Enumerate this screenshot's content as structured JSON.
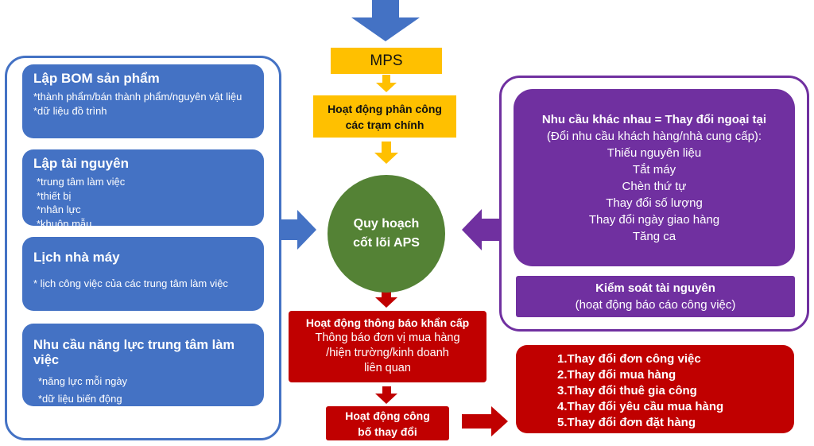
{
  "left_panel": {
    "bom": {
      "title": "Lập BOM sản phẩm",
      "items": [
        "*thành phẩm/bán thành phẩm/nguyên vật liệu",
        "*dữ liệu đồ trình"
      ]
    },
    "resources": {
      "title": "Lập tài nguyên",
      "items": [
        "*trung tâm làm việc",
        "*thiết bị",
        "*nhân lực",
        "*khuôn mẫu"
      ]
    },
    "calendar": {
      "title": "Lịch nhà máy",
      "items": [
        "* lịch công việc của các trung tâm làm việc"
      ]
    },
    "capacity": {
      "title": "Nhu cầu năng lực trung tâm làm việc",
      "items": [
        "*năng lực mỗi ngày",
        "*dữ liệu biến động"
      ]
    }
  },
  "center": {
    "mps": "MPS",
    "assign": [
      "Hoạt động phân công",
      "các trạm chính"
    ],
    "core": [
      "Quy hoạch",
      "cốt lõi APS"
    ],
    "urgent": {
      "title": "Hoạt động thông báo khẩn cấp",
      "lines": [
        "Thông báo đơn vị mua hàng",
        "/hiện trường/kinh doanh",
        "liên quan"
      ]
    },
    "publish": [
      "Hoạt động công",
      "bố thay đổi"
    ]
  },
  "right_panel": {
    "needs": {
      "title": "Nhu cầu khác nhau = Thay đổi ngoại tại",
      "subtitle": "(Đổi nhu cầu khách hàng/nhà cung cấp):",
      "items": [
        "Thiếu nguyên liệu",
        "Tắt máy",
        "Chèn thứ tự",
        "Thay đổi số lượng",
        "Thay đổi ngày giao hàng",
        "Tăng ca"
      ]
    },
    "control": {
      "title": "Kiểm soát tài nguyên",
      "subtitle": "(hoạt động báo cáo công việc)"
    }
  },
  "changes": [
    "1.Thay đổi đơn công việc",
    "2.Thay đổi mua hàng",
    "3.Thay đổi thuê gia công",
    "4.Thay đổi yêu cầu mua hàng",
    "5.Thay đổi đơn đặt hàng"
  ],
  "colors": {
    "blue": "#4472c4",
    "gold": "#ffc000",
    "green": "#548235",
    "red": "#c00000",
    "purple": "#7030a0"
  }
}
